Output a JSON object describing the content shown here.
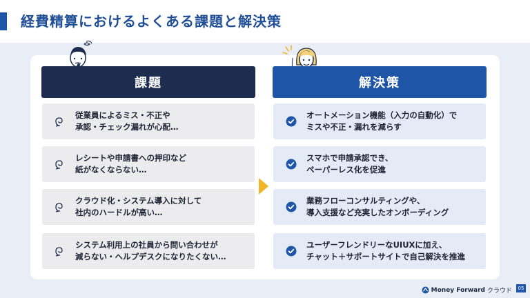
{
  "title": "経費精算におけるよくある課題と解決策",
  "problems": {
    "heading": "課題",
    "items": [
      "従業員によるミス・不正や\n承認・チェック漏れが心配…",
      "レシートや申請書への押印など\n紙がなくならない…",
      "クラウド化・システム導入に対して\n社内のハードルが高い…",
      "システム利用上の社員から問い合わせが\n減らない・ヘルプデスクになりたくない…"
    ]
  },
  "solutions": {
    "heading": "解決策",
    "items": [
      "オートメーション機能（入力の自動化）で\nミスや不正・漏れを減らす",
      "スマホで申請承認でき、\nペーパーレス化を促進",
      "業務フローコンサルティングや、\n導入支援など充実したオンボーディング",
      "ユーザーフレンドリーなUIUXに加え、\nチャット＋サポートサイトで自己解決を推進"
    ]
  },
  "footer": {
    "brand": "Money Forward",
    "brand_suffix": "クラウド",
    "page_number": "05"
  },
  "colors": {
    "accent": "#1f55a6",
    "navy": "#1e2d4f",
    "arrow": "#f2b52a"
  },
  "icons": {
    "problem": "worry-spiral-icon",
    "solution": "check-circle-icon"
  }
}
